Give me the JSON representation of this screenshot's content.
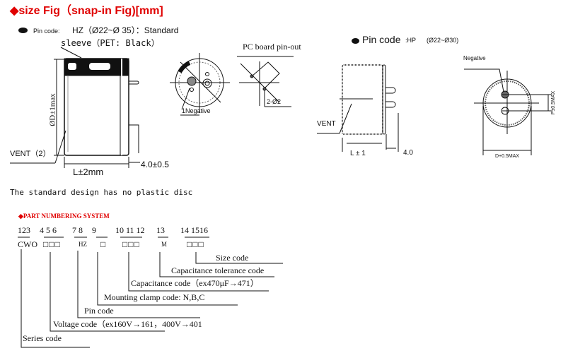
{
  "header": {
    "title": "size Fig（snap-in Fig)[mm]",
    "title_color": "#e00000",
    "diamond_icon": "red-diamond-icon"
  },
  "hz_section": {
    "pin_code_label": "Pin code:",
    "pin_code_value": "HZ（Ø22~Ø 35）：Standard",
    "sleeve_label": "sleeve（PET: Black）",
    "diameter_label": "ØD±1max",
    "vent_label": "VENT（2）",
    "length_label": "L±2mm",
    "pin_length_label": "4.0±0.5",
    "negative_label": "1Negative",
    "pcb_title": "PC board pin-out",
    "pcb_hole_label": "2-Ø2"
  },
  "hp_section": {
    "pin_code_label": "Pin code",
    "pin_code_value": ":HP",
    "range": "(Ø22~Ø30)",
    "vent_label": "VENT",
    "length_label": "L ± 1",
    "pin_length_label": "4.0",
    "negative_label": "Negative",
    "diameter_label": "D+0.5MAX",
    "pitch_label": "P±0.5MAX"
  },
  "note": "The standard  design has no plastic disc",
  "part_numbering": {
    "title": "PART NUMBERING SYSTEM",
    "positions": [
      "123",
      "4 5 6",
      "7 8",
      "9",
      "10 11 12",
      "13",
      "14 1516"
    ],
    "codes": [
      "CWO",
      "□□□",
      "HZ",
      "□",
      "□□□",
      "M",
      "□□□"
    ],
    "labels": {
      "size": "Size code",
      "tolerance": "Capacitance tolerance code",
      "capacitance": "Capacitance code（ex470μF→471）",
      "mounting": "Mounting clamp code: N,B,C",
      "pin": "Pin code",
      "voltage": "Voltage code（ex160V→161，400V→401",
      "series": "Series code"
    }
  }
}
